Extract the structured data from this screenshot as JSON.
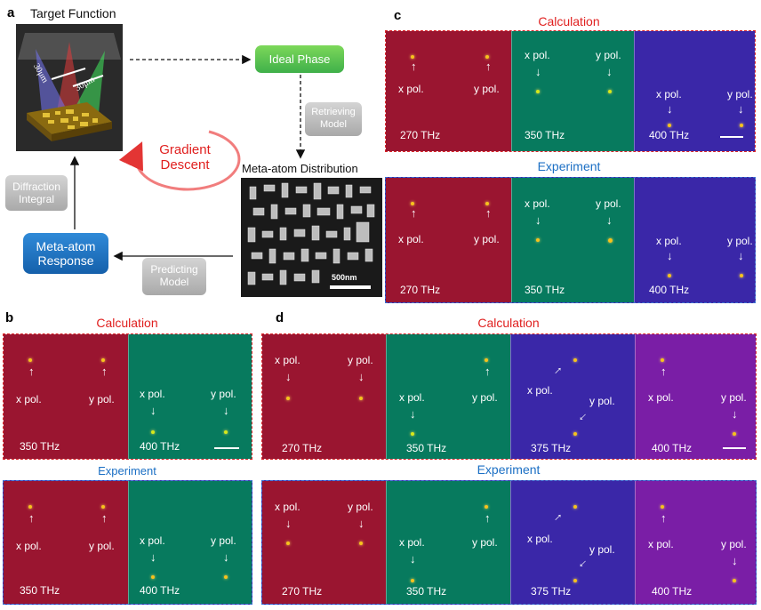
{
  "panel_a": {
    "letter": "a",
    "target_function": "Target Function",
    "dist1": "30μm",
    "dist2": "30μm",
    "ideal_phase": "Ideal Phase",
    "retrieving_model": "Retrieving Model",
    "gradient_descent": "Gradient Descent",
    "meta_atom_distribution": "Meta-atom Distribution",
    "scale_label": "500nm",
    "diffraction_integral": "Diffraction Integral",
    "meta_atom_response": "Meta-atom Response",
    "predicting_model": "Predicting Model"
  },
  "panel_b": {
    "letter": "b",
    "calc_title": "Calculation",
    "exp_title": "Experiment",
    "calc": [
      {
        "labels": [
          "x pol.",
          "y pol."
        ],
        "freq": "350 THz"
      },
      {
        "labels": [
          "x pol.",
          "y pol."
        ],
        "freq": "400 THz"
      }
    ],
    "exp": [
      {
        "labels": [
          "x pol.",
          "y pol."
        ],
        "freq": "350 THz"
      },
      {
        "labels": [
          "x pol.",
          "y pol."
        ],
        "freq": "400 THz"
      }
    ]
  },
  "panel_c": {
    "letter": "c",
    "calc_title": "Calculation",
    "exp_title": "Experiment",
    "calc": [
      {
        "labels": [
          "x pol.",
          "y pol."
        ],
        "freq": "270 THz"
      },
      {
        "labels": [
          "x pol.",
          "y pol."
        ],
        "freq": "350 THz"
      },
      {
        "labels": [
          "x pol.",
          "y pol."
        ],
        "freq": "400 THz"
      }
    ],
    "exp": [
      {
        "labels": [
          "x pol.",
          "y pol."
        ],
        "freq": "270 THz"
      },
      {
        "labels": [
          "x pol.",
          "y pol."
        ],
        "freq": "350 THz"
      },
      {
        "labels": [
          "x pol.",
          "y pol."
        ],
        "freq": "400 THz"
      }
    ]
  },
  "panel_d": {
    "letter": "d",
    "calc_title": "Calculation",
    "exp_title": "Experiment",
    "calc": [
      {
        "labels": [
          "x pol.",
          "y pol."
        ],
        "freq": "270 THz"
      },
      {
        "labels": [
          "x pol.",
          "y pol."
        ],
        "freq": "350 THz"
      },
      {
        "labels": [
          "x pol.",
          "y pol."
        ],
        "freq": "375 THz"
      },
      {
        "labels": [
          "x pol.",
          "y pol."
        ],
        "freq": "400 THz"
      }
    ],
    "exp": [
      {
        "labels": [
          "x pol.",
          "y pol."
        ],
        "freq": "270 THz"
      },
      {
        "labels": [
          "x pol.",
          "y pol."
        ],
        "freq": "350 THz"
      },
      {
        "labels": [
          "x pol.",
          "y pol."
        ],
        "freq": "375 THz"
      },
      {
        "labels": [
          "x pol.",
          "y pol."
        ],
        "freq": "400 THz"
      }
    ]
  },
  "colors": {
    "red_panel": "#9a1530",
    "green_panel": "#077a5e",
    "blue_panel": "#3a27a8",
    "purple_panel": "#7a1ea6",
    "calc_title": "#e0201f",
    "exp_title": "#1b6fc4",
    "focal_spot": "#f7c21c"
  }
}
